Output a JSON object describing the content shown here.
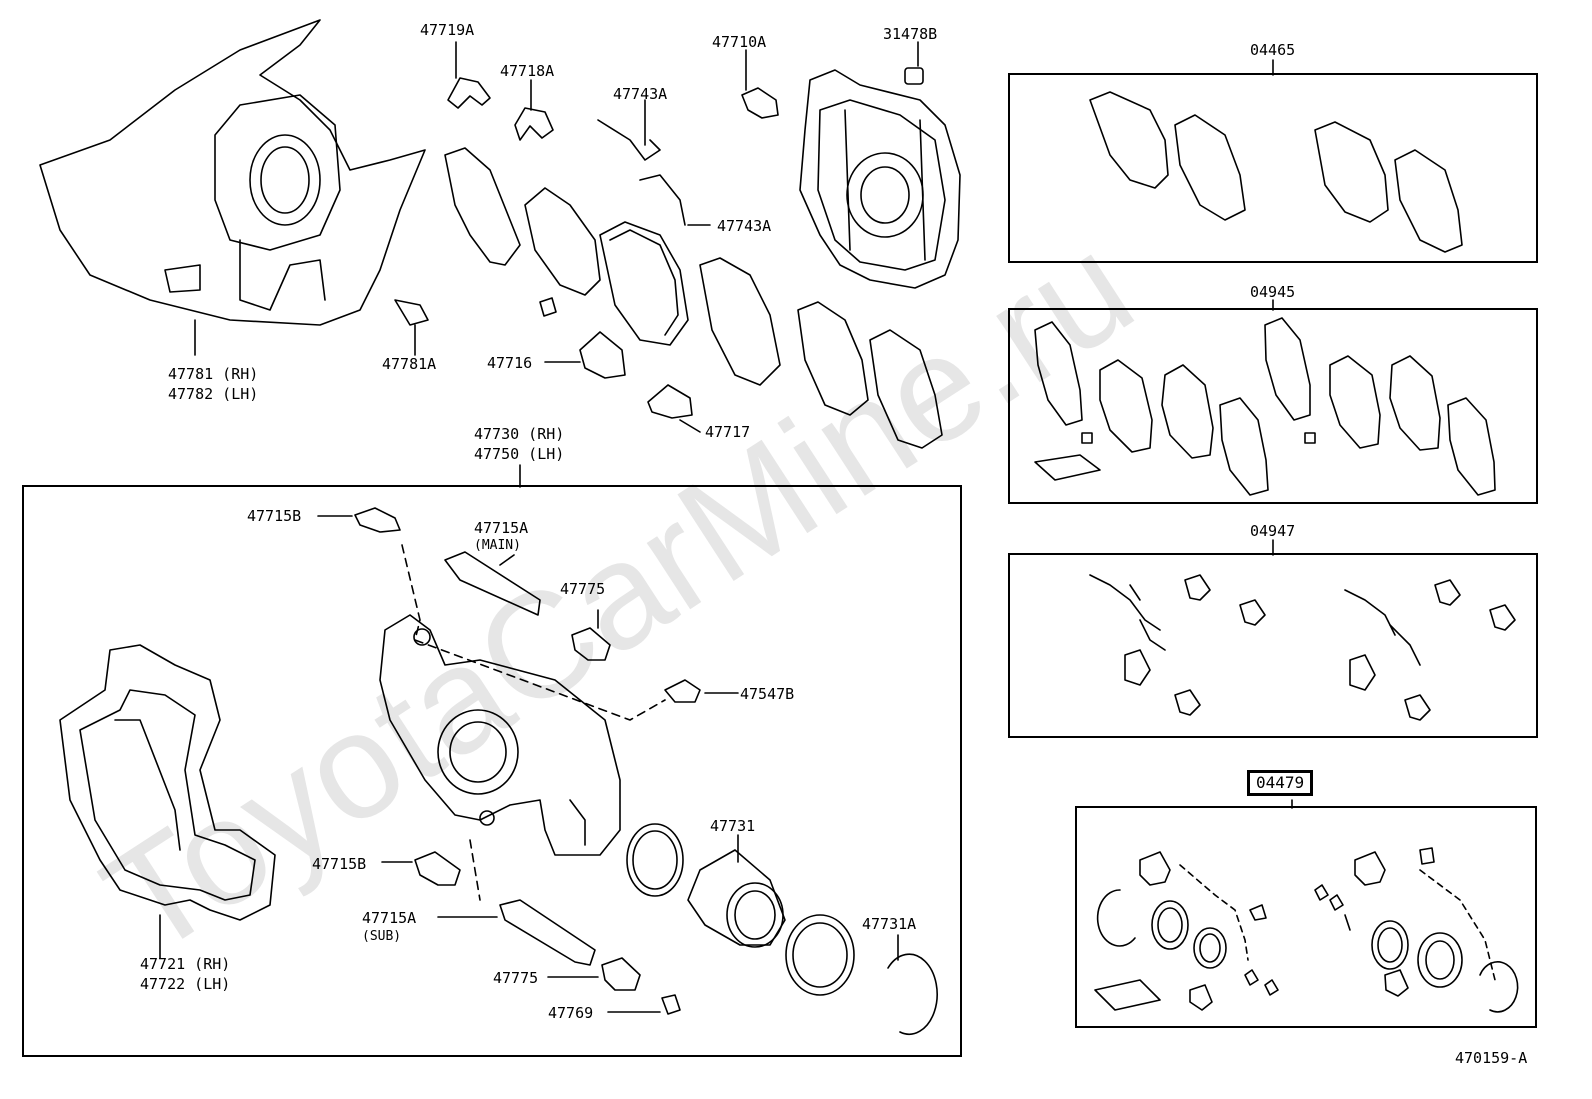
{
  "watermark_text": "ToyotaCarMine.ru",
  "diagram_code": "470159-A",
  "kits": [
    {
      "code": "04465"
    },
    {
      "code": "04945"
    },
    {
      "code": "04947"
    },
    {
      "code": "04479",
      "highlighted": true
    }
  ],
  "labels": {
    "p47719A": "47719A",
    "p47718A": "47718A",
    "p47743A_top": "47743A",
    "p47710A": "47710A",
    "p31478B": "31478B",
    "p47743A_mid": "47743A",
    "p47781_rh": "47781 (RH)",
    "p47782_lh": "47782 (LH)",
    "p47781A": "47781A",
    "p47716": "47716",
    "p47717": "47717",
    "p47730_rh": "47730 (RH)",
    "p47750_lh": "47750 (LH)",
    "p47715B_top": "47715B",
    "p47715A_main": "47715A",
    "main_note": "(MAIN)",
    "p47775_top": "47775",
    "p47547B": "47547B",
    "p47731": "47731",
    "p47715B_bot": "47715B",
    "p47715A_sub": "47715A",
    "sub_note": "(SUB)",
    "p47731A": "47731A",
    "p47775_bot": "47775",
    "p47769": "47769",
    "p47721_rh": "47721 (RH)",
    "p47722_lh": "47722 (LH)"
  }
}
